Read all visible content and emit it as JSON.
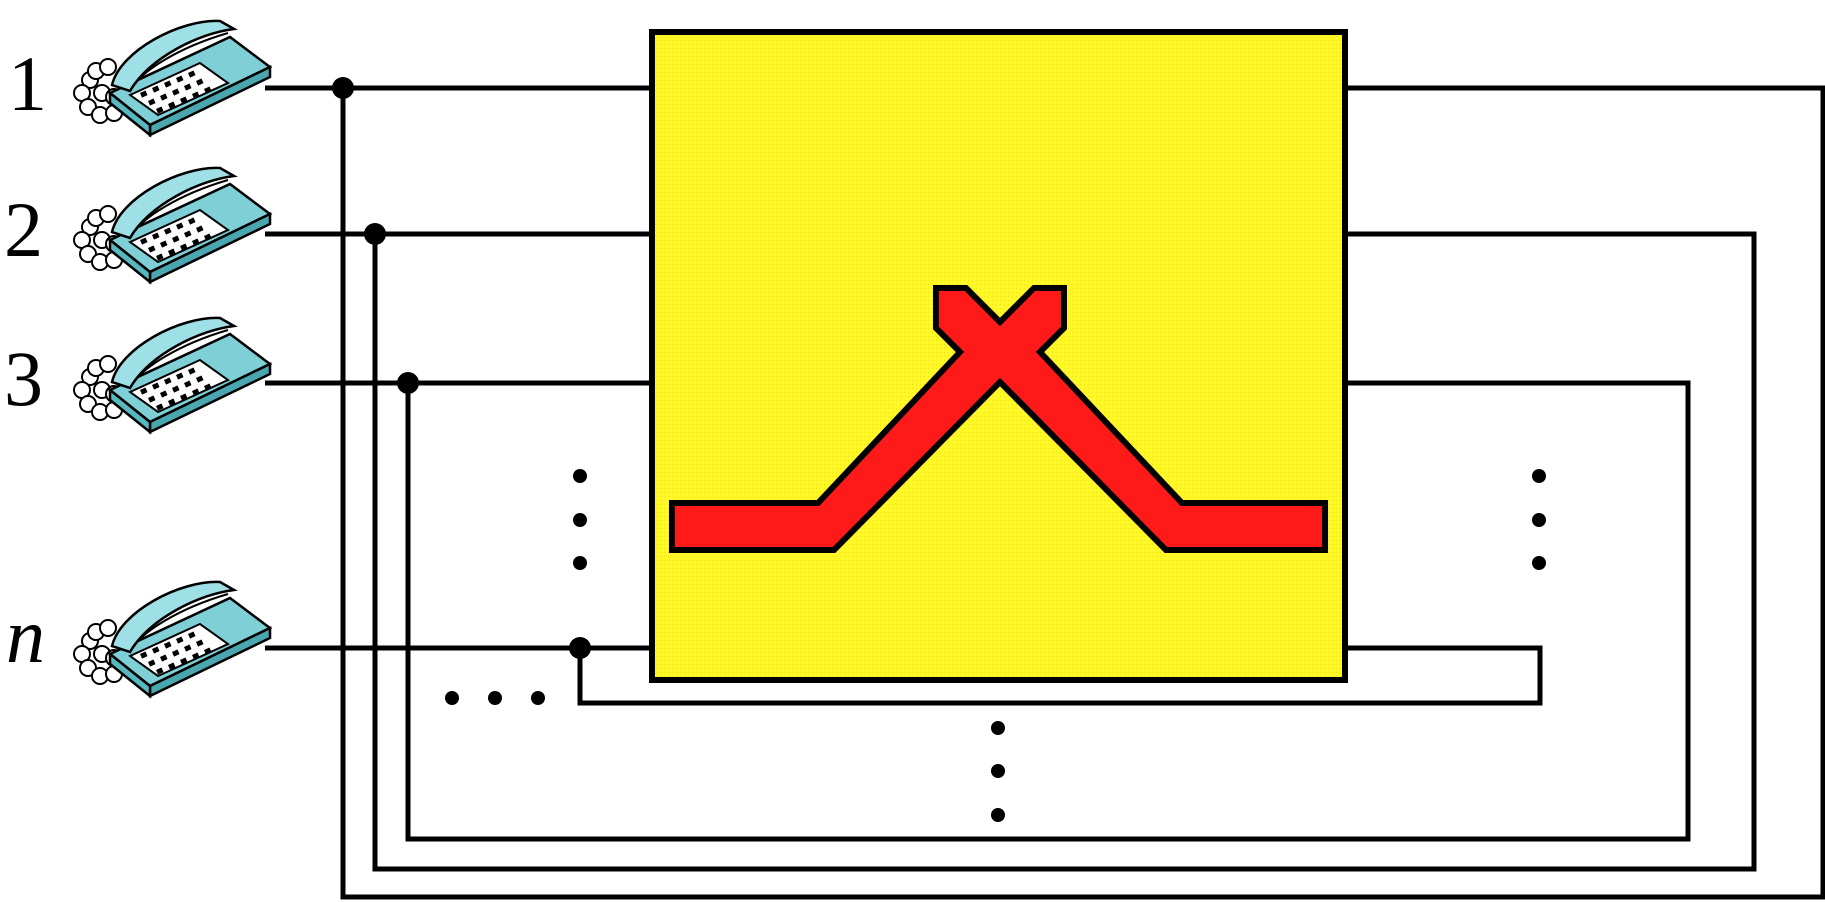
{
  "diagram": {
    "lines": [
      {
        "label": "1"
      },
      {
        "label": "2"
      },
      {
        "label": "3"
      },
      {
        "label": "n"
      }
    ]
  },
  "colors": {
    "switch_fill": "#fff726",
    "crossover_fill": "#ff1a1a",
    "wire": "#000000",
    "phone_body": "#8fd6dc",
    "phone_keys": "#000000"
  },
  "icons": {
    "telephone": "telephone-icon",
    "crossover": "crossover-switch-icon"
  }
}
